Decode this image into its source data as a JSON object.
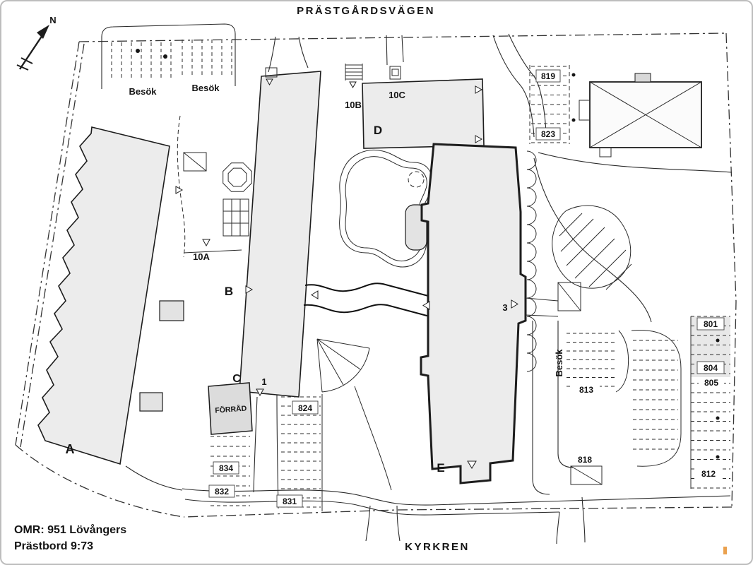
{
  "colors": {
    "line": "#1d1d1d",
    "building_fill": "#ececec",
    "forrad_fill": "#dcdcdc",
    "artifact_mark": "#eaa14e"
  },
  "streets": {
    "top": "PRÄSTGÅRDSVÄGEN",
    "bottom": "KYRKREN"
  },
  "title_block": {
    "line1": "OMR: 951 Lövångers",
    "line2": "Prästbord 9:73"
  },
  "compass": {
    "label": "N"
  },
  "buildings": {
    "a": {
      "label": "A"
    },
    "b": {
      "label": "B"
    },
    "c": {
      "label": "C"
    },
    "d": {
      "label": "D"
    },
    "e": {
      "label": "E"
    },
    "entrance_10a": {
      "label": "10A"
    },
    "entrance_10b": {
      "label": "10B"
    },
    "entrance_10c": {
      "label": "10C"
    },
    "forrad": {
      "label": "FÖRRÅD"
    },
    "num_1": {
      "label": "1"
    },
    "num_3": {
      "label": "3"
    }
  },
  "parking": {
    "visitor_top_left_1": {
      "label": "Besök"
    },
    "visitor_top_left_2": {
      "label": "Besök"
    },
    "visitor_right": {
      "label": "Besök"
    },
    "stalls": {
      "p819": "819",
      "p823": "823",
      "p824": "824",
      "p831": "831",
      "p832": "832",
      "p834": "834",
      "p813": "813",
      "p818": "818",
      "p801": "801",
      "p804": "804",
      "p805": "805",
      "p812": "812"
    }
  }
}
